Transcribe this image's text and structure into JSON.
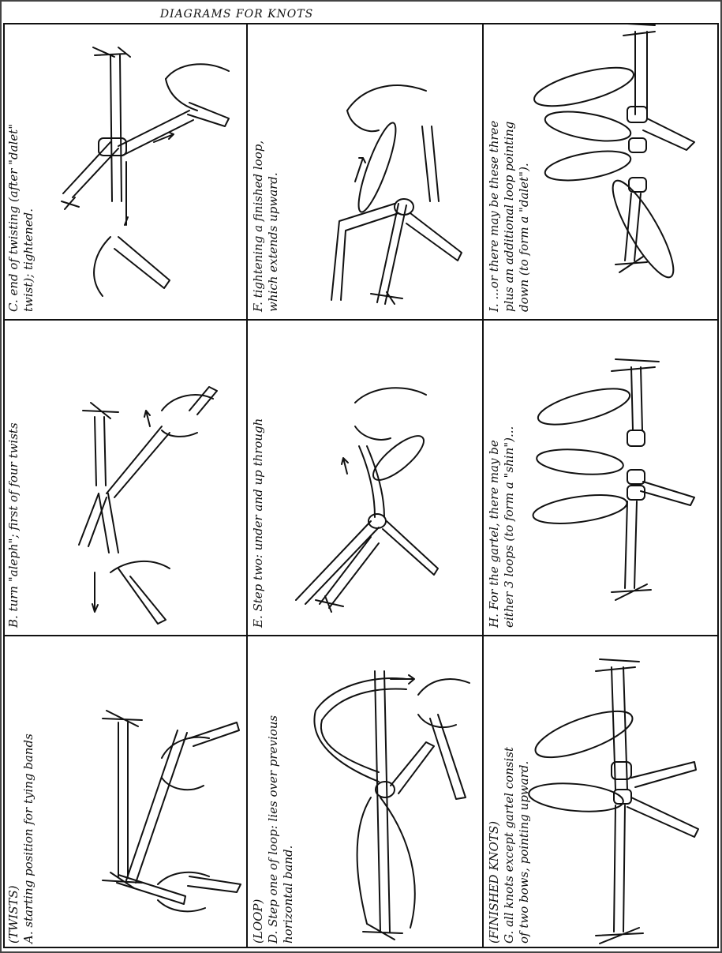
{
  "page_title": "DIAGRAMS FOR KNOTS",
  "panels": [
    {
      "id": "A",
      "lines": [
        "(TWISTS)",
        "A. starting position for tying bands"
      ]
    },
    {
      "id": "B",
      "lines": [
        "B. turn \"aleph\"; first of four twists"
      ]
    },
    {
      "id": "C",
      "lines": [
        "C. end of twisting (after \"dalet\"",
        "twist); tightened."
      ]
    },
    {
      "id": "D",
      "lines": [
        "(LOOP)",
        "D. Step one of loop: lies over previous",
        "horizontal band."
      ]
    },
    {
      "id": "E",
      "lines": [
        "E. Step two: under and up through"
      ]
    },
    {
      "id": "F",
      "lines": [
        "F. tightening a finished loop,",
        "which extends upward."
      ]
    },
    {
      "id": "G",
      "lines": [
        "(FINISHED KNOTS)",
        "G. all knots except gartel consist",
        "of two bows, pointing upward."
      ]
    },
    {
      "id": "H",
      "lines": [
        "H. For the gartel, there may be",
        "either 3 loops (to form a \"shin\")..."
      ]
    },
    {
      "id": "I",
      "lines": [
        "I. ...or there may be these three",
        "plus an additional loop pointing",
        "down (to form a \"dalet\")."
      ]
    }
  ],
  "colors": {
    "ink": "#111111",
    "paper": "#ffffff",
    "frame": "#333333"
  }
}
